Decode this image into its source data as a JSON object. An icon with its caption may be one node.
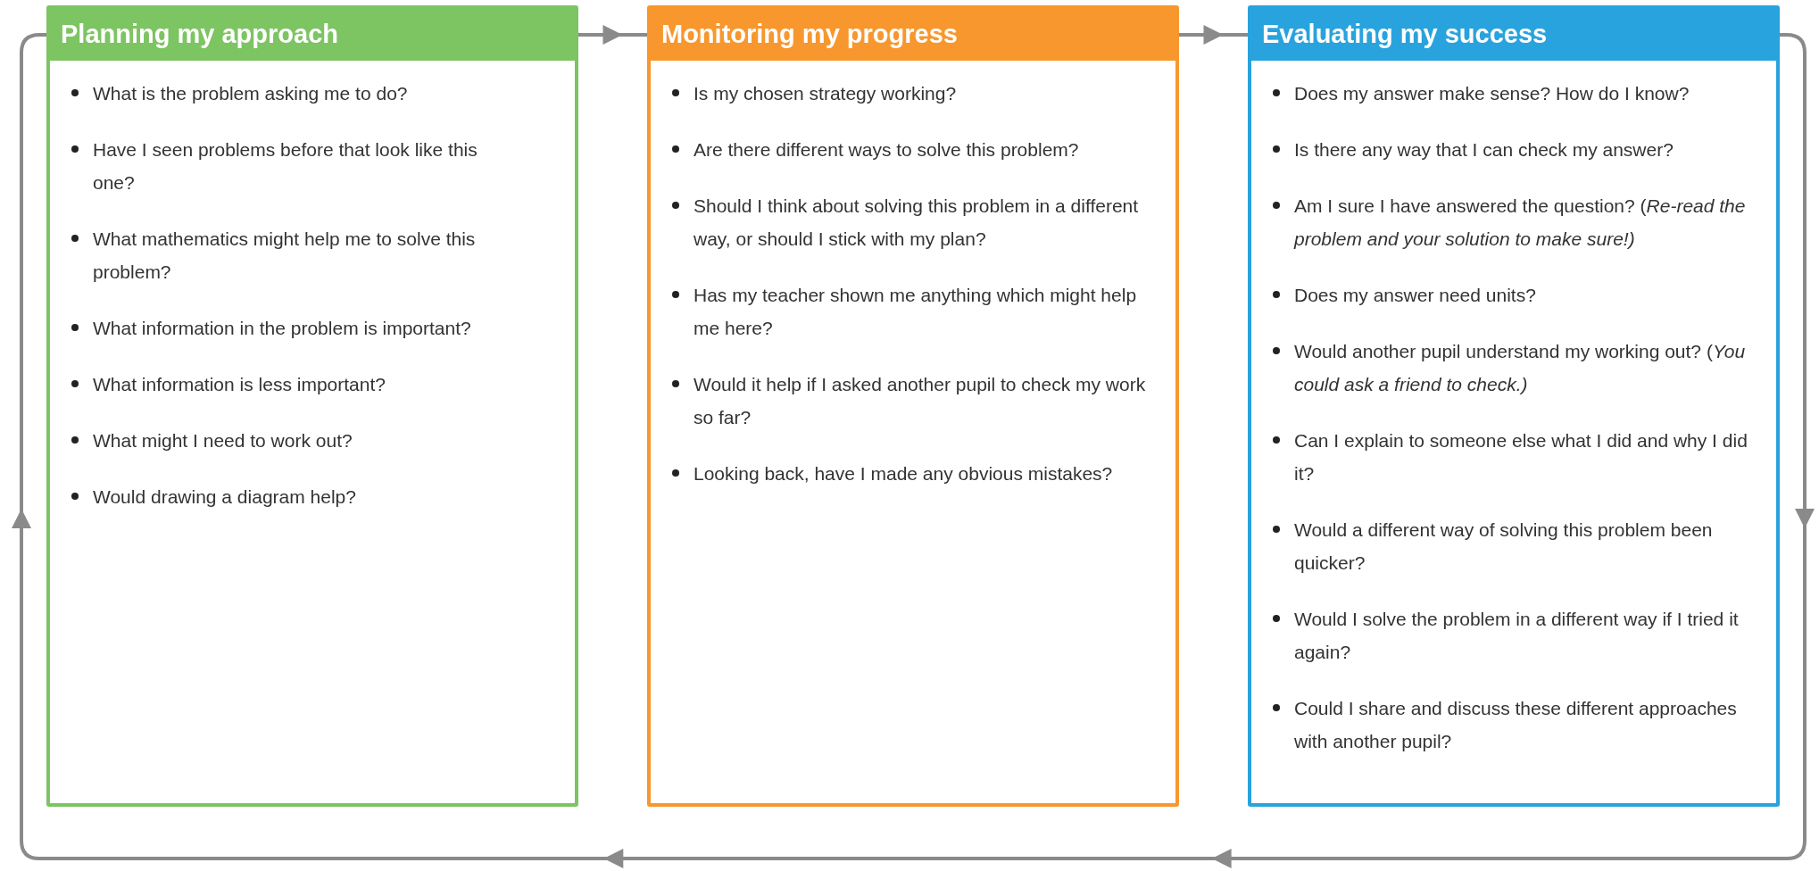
{
  "diagram": {
    "nodes": [
      {
        "text": [
          "Planning my approach",
          "What is the problem asking me to do?",
          "Have I seen problems before that look like this one?",
          "What mathematics might help me to solve this problem?",
          "What information in the problem is important?",
          "What information is less important?",
          "What might I need to work out?",
          "Would drawing a diagram help?"
        ]
      },
      {
        "text": [
          "Monitoring my progress",
          "Is my chosen strategy working?",
          "Are there different ways to solve this problem?",
          "Should I think about solving this problem in a different way, or should I stick with my plan?",
          "Has my teacher shown me anything which might help me here?",
          "Would it help if I asked another pupil to check my work so far?",
          "Looking back, have I made any obvious mistakes?"
        ]
      },
      {
        "text": [
          "Evaluating my success",
          "Does my answer make sense? How do I know?",
          "Is there any way that I can check my answer?",
          "Am I sure I have answered the question? (*Re-read the problem and your solution to make sure!)*",
          "Does my answer need units?",
          "Would another pupil understand my working out? (*You could ask a friend to check.)*",
          "Can I explain to someone else what I did and why I did it?",
          "Would a different way of solving this problem been quicker?",
          "Would I solve the problem in a different way if I tried it again?",
          "Could I share and discuss these different approaches with another pupil?"
        ]
      }
    ],
    "edges": [
      {
        "from": 0,
        "to": 1,
        "arrow": "to"
      },
      {
        "from": 1,
        "to": 2,
        "arrow": "to"
      },
      {
        "from": 2,
        "to": 0,
        "arrow": "to"
      }
    ]
  }
}
